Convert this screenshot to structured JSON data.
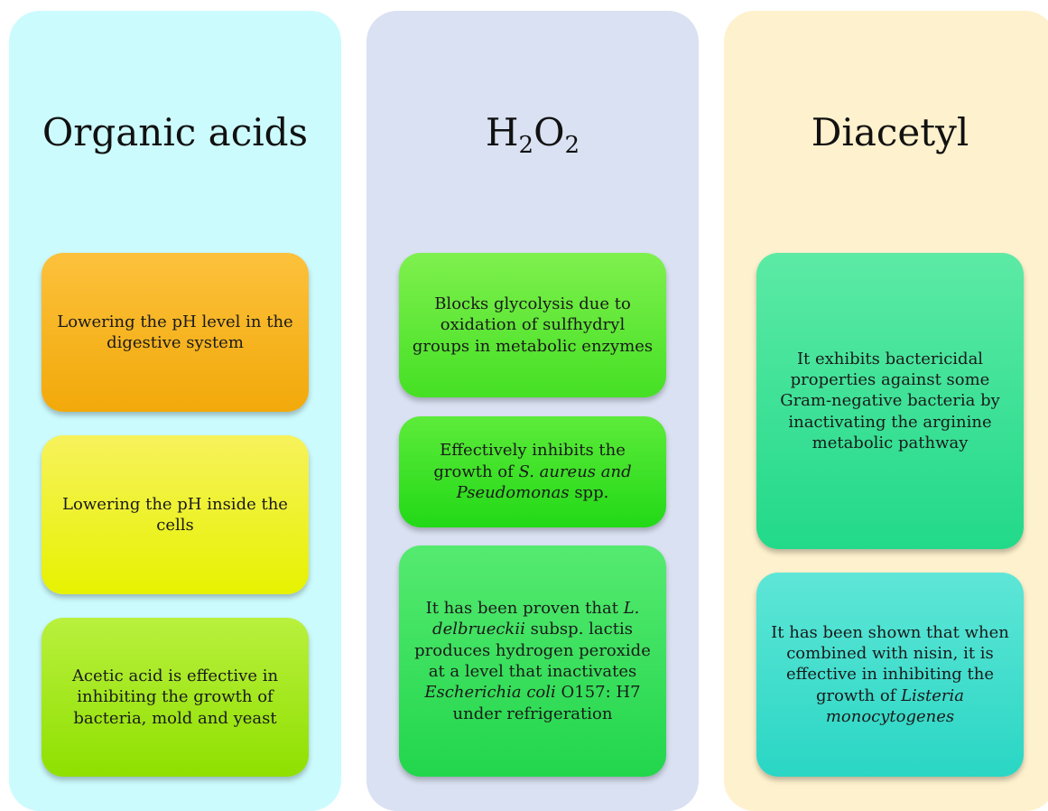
{
  "columns": [
    {
      "title": "Organic acids",
      "color": "#ccfbfd",
      "cards": [
        {
          "text": "Lowering the pH level in the digestive system",
          "color": "#f7b520"
        },
        {
          "text": "Lowering the pH inside the cells",
          "color": "#eef22c"
        },
        {
          "text": "Acetic acid is effective in inhibiting the growth of bacteria, mold and yeast",
          "color": "#a6e81f"
        }
      ]
    },
    {
      "title_main": "H",
      "title_sub1": "2",
      "title_mid": "O",
      "title_sub2": "2",
      "color": "#d9e1f2",
      "cards": [
        {
          "text": "Blocks glycolysis due to oxidation of sulfhydryl groups in metabolic enzymes",
          "color": "#62e839"
        },
        {
          "text_a": "Effectively inhibits the growth of ",
          "text_b": "S. aureus and Pseudomonas",
          "text_c": " spp.",
          "color": "#3fe228"
        },
        {
          "text_a": "It has been proven that ",
          "text_b": "L. delbrueckii",
          "text_c": " subsp. lactis produces hydrogen peroxide at a level that inactivates ",
          "text_d": "Escherichia coli",
          "text_e": " O157: H7 under refrigeration",
          "color": "#3be05e"
        }
      ]
    },
    {
      "title": "Diacetyl",
      "color": "#fef1cd",
      "cards": [
        {
          "text": "It exhibits bactericidal properties against some Gram-negative bacteria by inactivating the arginine metabolic pathway",
          "color": "#3fe297"
        },
        {
          "text_a": "It has been shown that when combined with nisin, it is effective in inhibiting the growth of ",
          "text_b": "Listeria monocytogenes",
          "color": "#44dece"
        }
      ]
    }
  ]
}
